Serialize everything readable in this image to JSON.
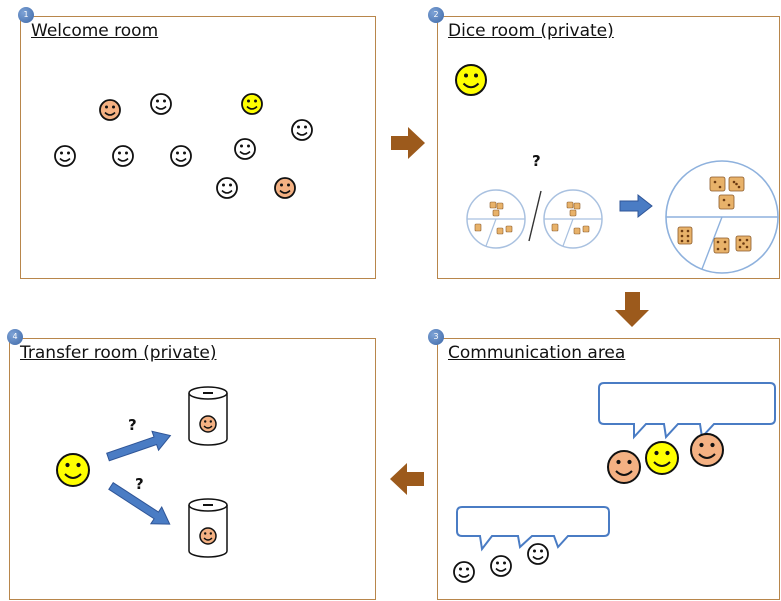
{
  "panels": [
    {
      "number": "1",
      "title": "Welcome room"
    },
    {
      "number": "2",
      "title": "Dice room (private)"
    },
    {
      "number": "3",
      "title": "Communication area"
    },
    {
      "number": "4",
      "title_main": "Transfer room",
      "title_suffix": "(private)"
    }
  ],
  "question_mark": "?",
  "colors": {
    "panel_border": "#b8864b",
    "flow_arrow": "#9c5a1c",
    "blue_arrow": "#4a7cc4",
    "badge": "#4a74b4",
    "face_yellow": "#ffff00",
    "face_orange": "#f4b183",
    "face_white": "#ffffff",
    "bubble_border": "#4a7cc4",
    "dice": "#e8b26a"
  },
  "icons": [
    "smiley-face-icon",
    "money-jar-icon",
    "dice-icon",
    "flow-arrow-icon",
    "speech-bubble-icon"
  ]
}
